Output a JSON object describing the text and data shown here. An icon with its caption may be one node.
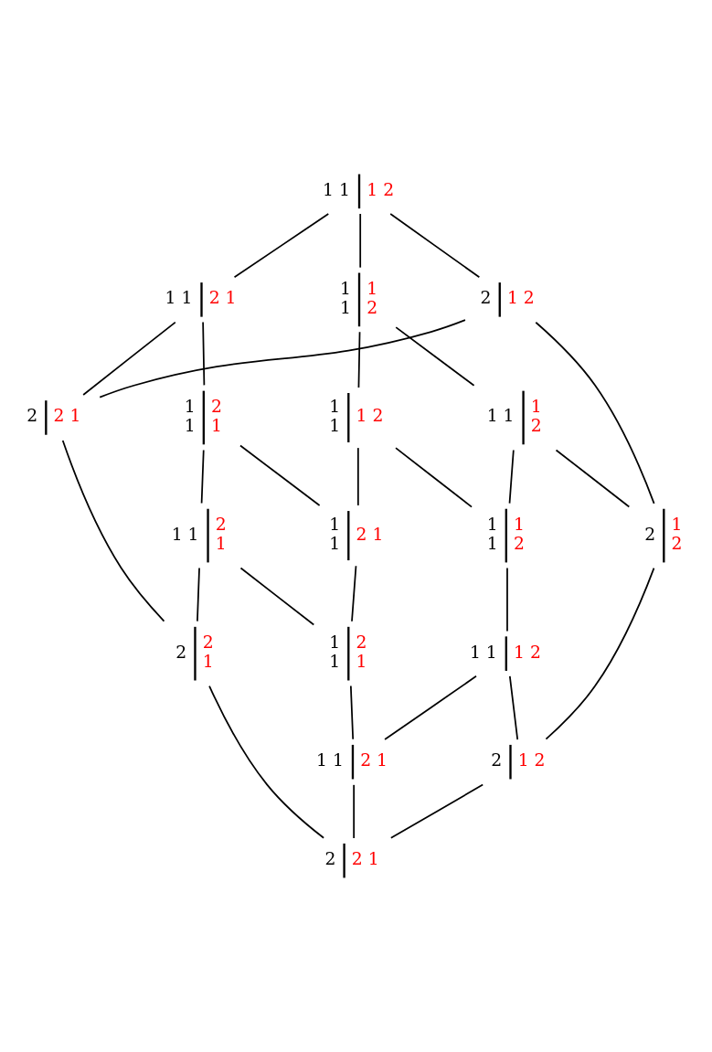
{
  "diagram": {
    "nodes": [
      {
        "text": [
          "1 1",
          "1 2"
        ]
      },
      {
        "text": [
          "1 1",
          "2 1"
        ]
      },
      {
        "text": [
          "1",
          "1",
          "1",
          "2"
        ]
      },
      {
        "text": [
          "2",
          "1 2"
        ]
      },
      {
        "text": [
          "1",
          "1",
          "2",
          "1"
        ]
      },
      {
        "text": [
          "1",
          "1",
          "1 2"
        ]
      },
      {
        "text": [
          "2",
          "2 1"
        ]
      },
      {
        "text": [
          "1 1",
          "1",
          "2"
        ]
      },
      {
        "text": [
          "1",
          "1",
          "2 1"
        ]
      },
      {
        "text": [
          "1 1",
          "2",
          "1"
        ]
      },
      {
        "text": [
          "1",
          "1",
          "1",
          "2"
        ]
      },
      {
        "text": [
          "2",
          "1",
          "2"
        ]
      },
      {
        "text": [
          "1",
          "1",
          "2",
          "1"
        ]
      },
      {
        "text": [
          "2",
          "2",
          "1"
        ]
      },
      {
        "text": [
          "1 1",
          "1 2"
        ]
      },
      {
        "text": [
          "1 1",
          "2 1"
        ]
      },
      {
        "text": [
          "2",
          "1 2"
        ]
      },
      {
        "text": [
          "2",
          "2 1"
        ]
      }
    ],
    "edges": [
      {
        "from": 0,
        "to": 1,
        "arrow": "none"
      },
      {
        "from": 0,
        "to": 2,
        "arrow": "none"
      },
      {
        "from": 0,
        "to": 3,
        "arrow": "none"
      },
      {
        "from": 1,
        "to": 4,
        "arrow": "none"
      },
      {
        "from": 1,
        "to": 6,
        "arrow": "none"
      },
      {
        "from": 2,
        "to": 5,
        "arrow": "none"
      },
      {
        "from": 2,
        "to": 7,
        "arrow": "none"
      },
      {
        "from": 3,
        "to": 6,
        "arrow": "none"
      },
      {
        "from": 3,
        "to": 11,
        "arrow": "none"
      },
      {
        "from": 4,
        "to": 8,
        "arrow": "none"
      },
      {
        "from": 4,
        "to": 9,
        "arrow": "none"
      },
      {
        "from": 5,
        "to": 8,
        "arrow": "none"
      },
      {
        "from": 5,
        "to": 10,
        "arrow": "none"
      },
      {
        "from": 6,
        "to": 13,
        "arrow": "none"
      },
      {
        "from": 7,
        "to": 10,
        "arrow": "none"
      },
      {
        "from": 7,
        "to": 11,
        "arrow": "none"
      },
      {
        "from": 8,
        "to": 12,
        "arrow": "none"
      },
      {
        "from": 9,
        "to": 12,
        "arrow": "none"
      },
      {
        "from": 9,
        "to": 13,
        "arrow": "none"
      },
      {
        "from": 10,
        "to": 14,
        "arrow": "none"
      },
      {
        "from": 11,
        "to": 16,
        "arrow": "none"
      },
      {
        "from": 12,
        "to": 15,
        "arrow": "none"
      },
      {
        "from": 13,
        "to": 17,
        "arrow": "none"
      },
      {
        "from": 14,
        "to": 15,
        "arrow": "none"
      },
      {
        "from": 14,
        "to": 16,
        "arrow": "none"
      },
      {
        "from": 15,
        "to": 17,
        "arrow": "none"
      },
      {
        "from": 16,
        "to": 17,
        "arrow": "none"
      }
    ]
  }
}
